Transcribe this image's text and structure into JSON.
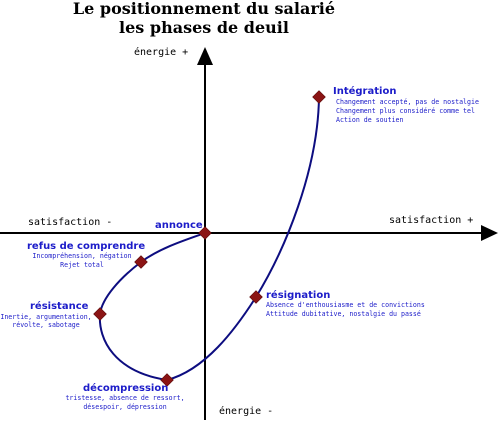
{
  "title": {
    "line1": "Le positionnement du salarié",
    "line2": "les phases de deuil"
  },
  "axes": {
    "energy_plus": "énergie +",
    "energy_minus": "énergie -",
    "satisfaction_minus": "satisfaction -",
    "satisfaction_plus": "satisfaction +"
  },
  "colors": {
    "curve": "#0d0d80",
    "marker": "#8b1414",
    "label": "#1c1cc9"
  },
  "phases": {
    "annonce": {
      "name": "annonce"
    },
    "refus": {
      "name": "refus de comprendre",
      "desc": [
        "Incompréhension, négation",
        "Rejet total"
      ]
    },
    "resistance": {
      "name": "résistance",
      "desc": [
        "Inertie, argumentation,",
        "révolte, sabotage"
      ]
    },
    "decompression": {
      "name": "décompression",
      "desc": [
        "tristesse, absence de ressort,",
        "désespoir, dépression"
      ]
    },
    "resignation": {
      "name": "résignation",
      "desc": [
        "Absence d'enthousiasme et de convictions",
        "Attitude dubitative, nostalgie du passé"
      ]
    },
    "integration": {
      "name": "Intégration",
      "desc": [
        "Changement accepté, pas de nostalgie",
        "Changement plus considéré comme tel",
        "Action de soutien"
      ]
    }
  }
}
